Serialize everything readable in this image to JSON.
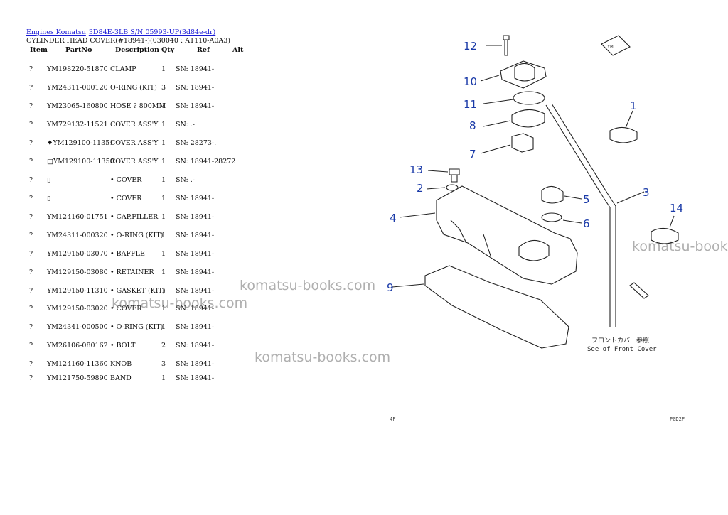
{
  "breadcrumb": {
    "link1": "Engines Komatsu",
    "link2": "3D84E-3LB S/N 05993-UP(3d84e-dr)"
  },
  "page_title": "CYLINDER HEAD COVER(#18941-)(030040 : A1110-A0A3)",
  "columns": {
    "item": "Item",
    "partno": "PartNo",
    "description": "Description",
    "qty": "Qty",
    "ref": "Ref",
    "alt": "Alt"
  },
  "rows": [
    {
      "item": "?",
      "partno": "YM198220-51870",
      "desc": "CLAMP",
      "qty": "1",
      "ref": "SN: 18941-"
    },
    {
      "item": "?",
      "partno": "YM24311-000120",
      "desc": "O-RING (KIT)",
      "qty": "3",
      "ref": "SN: 18941-"
    },
    {
      "item": "?",
      "partno": "YM23065-160800",
      "desc": "HOSE ? 800MM",
      "qty": "1",
      "ref": "SN: 18941-"
    },
    {
      "item": "?",
      "partno": "YM729132-11521",
      "desc": "COVER ASS'Y",
      "qty": "1",
      "ref": "SN: .-"
    },
    {
      "item": "?",
      "partno": "♦YM129100-11351",
      "desc": "COVER ASS'Y",
      "qty": "1",
      "ref": "SN: 28273-."
    },
    {
      "item": "?",
      "partno": "□YM129100-11350",
      "desc": "COVER ASS'Y",
      "qty": "1",
      "ref": "SN: 18941-28272"
    },
    {
      "item": "?",
      "partno": "▯",
      "desc": "• COVER",
      "qty": "1",
      "ref": "SN: .-"
    },
    {
      "item": "?",
      "partno": "▯",
      "desc": "• COVER",
      "qty": "1",
      "ref": "SN: 18941-."
    },
    {
      "item": "?",
      "partno": "YM124160-01751",
      "desc": "• CAP,FILLER",
      "qty": "1",
      "ref": "SN: 18941-"
    },
    {
      "item": "?",
      "partno": "YM24311-000320",
      "desc": "• O-RING (KIT)",
      "qty": "1",
      "ref": "SN: 18941-"
    },
    {
      "item": "?",
      "partno": "YM129150-03070",
      "desc": "• BAFFLE",
      "qty": "1",
      "ref": "SN: 18941-"
    },
    {
      "item": "?",
      "partno": "YM129150-03080",
      "desc": "• RETAINER",
      "qty": "1",
      "ref": "SN: 18941-"
    },
    {
      "item": "?",
      "partno": "YM129150-11310",
      "desc": "• GASKET (KIT)",
      "qty": "1",
      "ref": "SN: 18941-"
    },
    {
      "item": "?",
      "partno": "YM129150-03020",
      "desc": "• COVER",
      "qty": "1",
      "ref": "SN: 18941-"
    },
    {
      "item": "?",
      "partno": "YM24341-000500",
      "desc": "• O-RING (KIT)",
      "qty": "1",
      "ref": "SN: 18941-"
    },
    {
      "item": "?",
      "partno": "YM26106-080162",
      "desc": "• BOLT",
      "qty": "2",
      "ref": "SN: 18941-"
    },
    {
      "item": "?",
      "partno": "YM124160-11360",
      "desc": "KNOB",
      "qty": "3",
      "ref": "SN: 18941-"
    },
    {
      "item": "?",
      "partno": "YM121750-59890",
      "desc": "BAND",
      "qty": "1",
      "ref": "SN: 18941-"
    }
  ],
  "watermarks": [
    "komatsu-books.com",
    "komatsu-books.com",
    "komatsu-books.com",
    "komatsu-books.com"
  ],
  "diagram": {
    "callouts": [
      "12",
      "10",
      "11",
      "8",
      "7",
      "13",
      "2",
      "4",
      "1",
      "3",
      "5",
      "6",
      "14",
      "9"
    ],
    "note_jp": "フロントカバー参照",
    "note_en": "See of Front Cover",
    "corner_bottom_left": "4F",
    "corner_bottom_right": "P0D2F",
    "logo_text": "YM"
  }
}
